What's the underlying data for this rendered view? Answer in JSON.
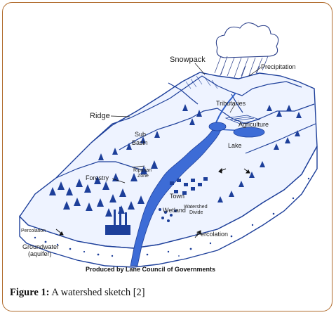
{
  "figure": {
    "caption_prefix": "Figure 1:",
    "caption_text": " A watershed sketch [2]",
    "credit": "Produced by Lane Council of Governments"
  },
  "labels": {
    "snowpack": "Snowpack",
    "precipitation": "Precipitation",
    "tributaries": "Tributaries",
    "ridge": "Ridge",
    "agriculture": "Agriculture",
    "sub_basin_1": "Sub",
    "sub_basin_2": "Basin",
    "lake": "Lake",
    "riparian_1": "Riparian",
    "riparian_2": "Zone",
    "forestry": "Forestry",
    "town": "Town",
    "watershed_divide_1": "Watershed",
    "watershed_divide_2": "Divide",
    "wetland": "Wetland",
    "percolation_right": "Percolation",
    "percolation_left": "Percolation",
    "groundwater_1": "Groundwater",
    "groundwater_2": "(aquifer)"
  },
  "colors": {
    "ink": "#1d3f9a",
    "water": "#2f5fc9",
    "frame": "#b06a2a"
  }
}
